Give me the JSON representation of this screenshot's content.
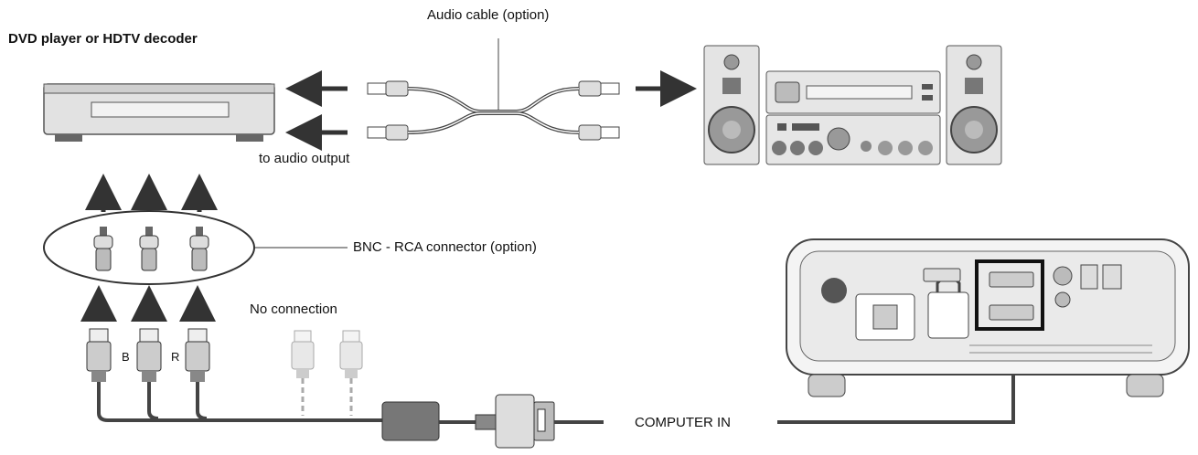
{
  "labels": {
    "dvd_player": "DVD player or HDTV decoder",
    "audio_cable": "Audio cable (option)",
    "to_audio_output": "to audio output",
    "bnc_rca": "BNC - RCA connector (option)",
    "no_connection": "No connection",
    "computer_in": "COMPUTER IN",
    "bnc_b": "B",
    "bnc_r": "R"
  }
}
